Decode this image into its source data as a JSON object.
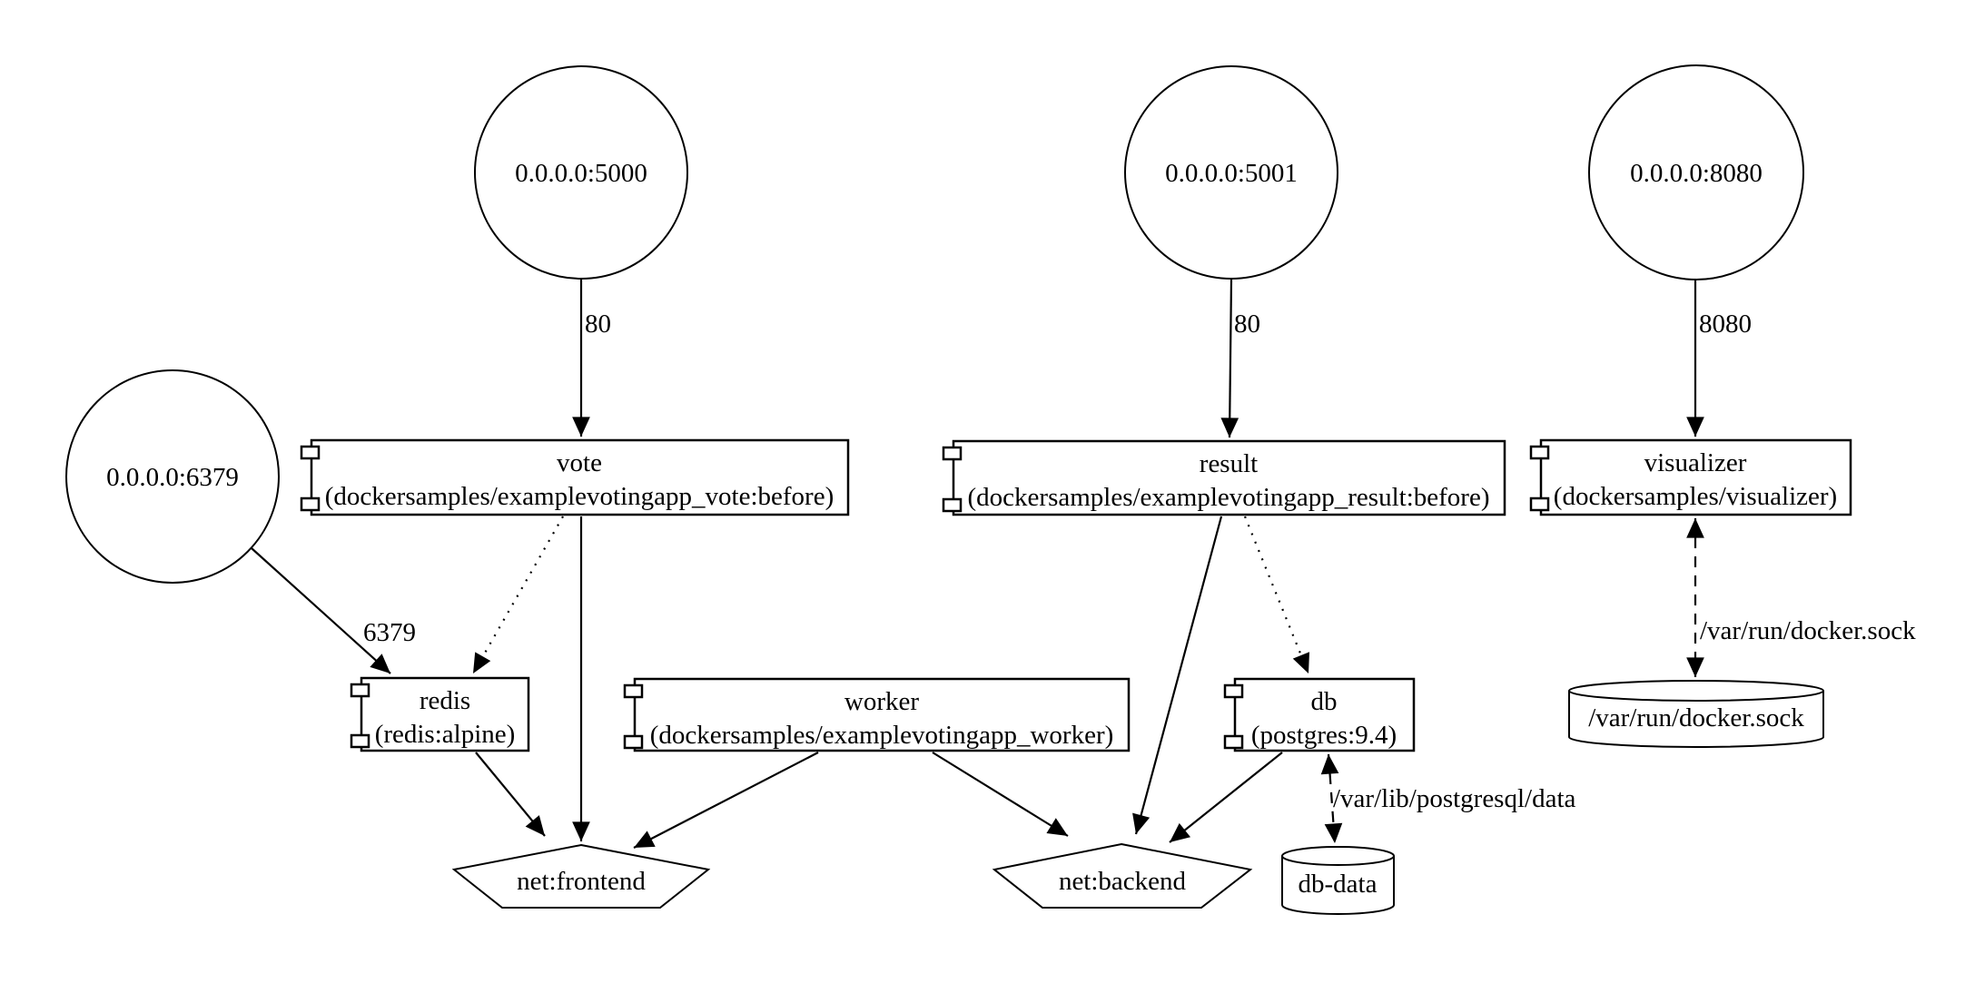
{
  "nodes": {
    "ports": [
      {
        "id": "port-5000",
        "label": "0.0.0.0:5000"
      },
      {
        "id": "port-5001",
        "label": "0.0.0.0:5001"
      },
      {
        "id": "port-8080",
        "label": "0.0.0.0:8080"
      },
      {
        "id": "port-6379",
        "label": "0.0.0.0:6379"
      }
    ],
    "services": [
      {
        "id": "vote",
        "name": "vote",
        "image": "(dockersamples/examplevotingapp_vote:before)"
      },
      {
        "id": "result",
        "name": "result",
        "image": "(dockersamples/examplevotingapp_result:before)"
      },
      {
        "id": "visualizer",
        "name": "visualizer",
        "image": "(dockersamples/visualizer)"
      },
      {
        "id": "redis",
        "name": "redis",
        "image": "(redis:alpine)"
      },
      {
        "id": "worker",
        "name": "worker",
        "image": "(dockersamples/examplevotingapp_worker)"
      },
      {
        "id": "db",
        "name": "db",
        "image": "(postgres:9.4)"
      }
    ],
    "volumes": [
      {
        "id": "docker-sock",
        "label": "/var/run/docker.sock"
      },
      {
        "id": "db-data",
        "label": "db-data"
      }
    ],
    "networks": [
      {
        "id": "net-frontend",
        "label": "net:frontend"
      },
      {
        "id": "net-backend",
        "label": "net:backend"
      }
    ]
  },
  "edges": {
    "labels": {
      "port_5000_vote": "80",
      "port_5001_result": "80",
      "port_8080_visualizer": "8080",
      "port_6379_redis": "6379",
      "visualizer_docker_sock": "/var/run/docker.sock",
      "db_db_data": "/var/lib/postgresql/data"
    }
  },
  "colors": {
    "stroke": "#000000",
    "background": "#ffffff"
  }
}
